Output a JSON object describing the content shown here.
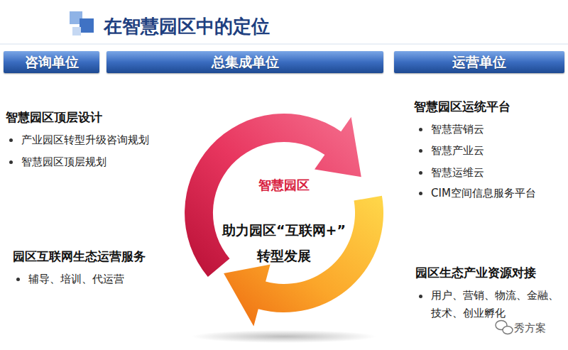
{
  "diagram": {
    "title": "在智慧园区中的定位",
    "nodes": [
      {
        "text": [
          "咨询单位"
        ]
      },
      {
        "text": [
          "总集成单位"
        ]
      },
      {
        "text": [
          "运营单位"
        ]
      }
    ],
    "labels": [
      "智慧园区顶层设计",
      "产业园区转型升级咨询规划",
      "智慧园区顶层规划",
      "园区互联网生态运营服务",
      "辅导、培训、代运营",
      "智慧园区运统平台",
      "智慧营销云",
      "智慧产业云",
      "智慧运维云",
      "CIM空间信息服务平台",
      "园区生态产业资源对接",
      "用户、营销、物流、金融、 技术、创业孵化",
      "智慧园区",
      "助力园区“互联网+” 转型发展",
      "秀方案"
    ]
  }
}
